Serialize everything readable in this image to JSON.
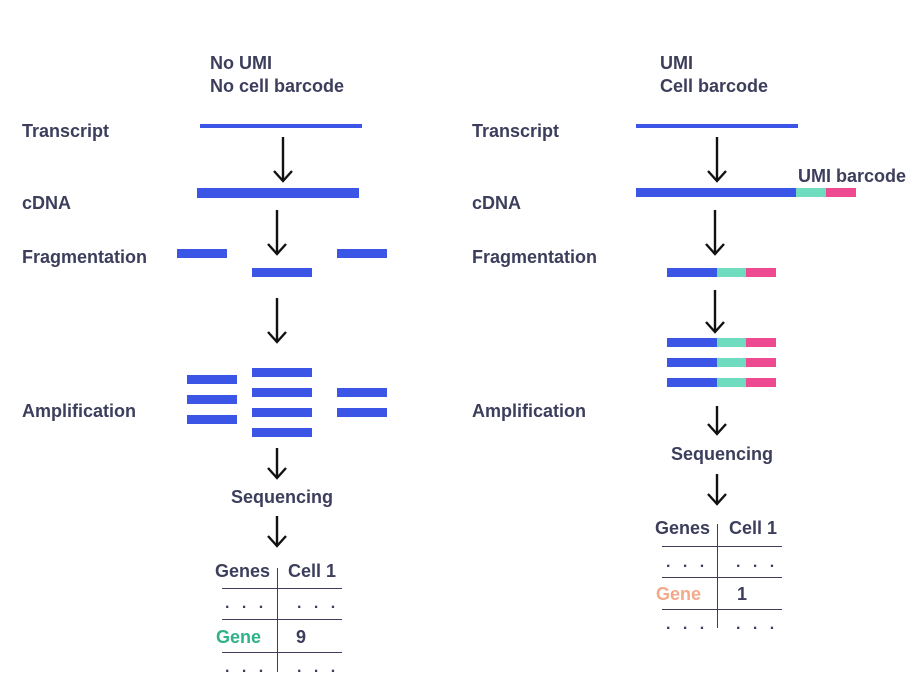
{
  "left_panel": {
    "header_line1": "No UMI",
    "header_line2": "No cell barcode",
    "steps": {
      "transcript": "Transcript",
      "cdna": "cDNA",
      "fragmentation": "Fragmentation",
      "amplification": "Amplification",
      "sequencing": "Sequencing"
    },
    "table": {
      "col1": "Genes",
      "col2": "Cell 1",
      "ellipsis": ". . .",
      "gene_label": "Gene",
      "gene_count": "9"
    }
  },
  "right_panel": {
    "header_line1": "UMI",
    "header_line2": "Cell barcode",
    "umi_barcode_label": "UMI barcode",
    "steps": {
      "transcript": "Transcript",
      "cdna": "cDNA",
      "fragmentation": "Fragmentation",
      "amplification": "Amplification",
      "sequencing": "Sequencing"
    },
    "table": {
      "col1": "Genes",
      "col2": "Cell 1",
      "ellipsis": ". . .",
      "gene_label": "Gene",
      "gene_count": "1"
    }
  },
  "colors": {
    "dna_blue": "#3b55e6",
    "umi_teal": "#6fdcc0",
    "barcode_pink": "#ee4a92",
    "gene_left": "#2fb28a",
    "gene_right": "#f4a98a",
    "text": "#3c3e5c"
  }
}
